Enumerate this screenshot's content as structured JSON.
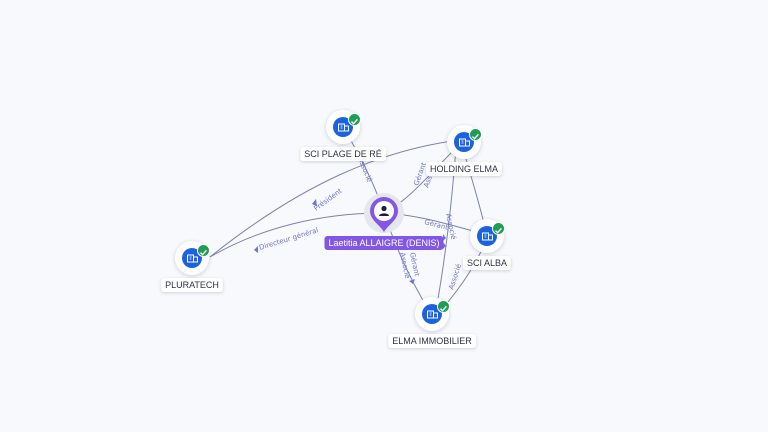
{
  "graph": {
    "person": {
      "name": "Laetitia ALLAIGRE (DENIS)",
      "icon": "person-icon",
      "color": "#8357e6"
    },
    "companies": [
      {
        "id": "sci-plage-de-re",
        "name": "SCI PLAGE DE RÉ",
        "icon": "building-icon",
        "verified": true
      },
      {
        "id": "holding-elma",
        "name": "HOLDING ELMA",
        "icon": "building-icon",
        "verified": true
      },
      {
        "id": "pluratech",
        "name": "PLURATECH",
        "icon": "building-icon",
        "verified": true
      },
      {
        "id": "sci-alba",
        "name": "SCI ALBA",
        "icon": "building-icon",
        "verified": true
      },
      {
        "id": "elma-immobilier",
        "name": "ELMA IMMOBILIER",
        "icon": "building-icon",
        "verified": true
      }
    ],
    "edge_labels": {
      "associe_plage": "Associé",
      "president_pluratech": "Président",
      "directeur_pluratech": "Directeur général",
      "gerant_holding": "Gérant",
      "associe_holding": "Associé",
      "gerant_alba": "Gérant",
      "gerant_elma": "Gérant",
      "associe_elma": "Associé",
      "associe_holding_alba": "Associé",
      "associe_alba_elma": "Associé"
    },
    "colors": {
      "company": "#1a62e0",
      "verified": "#1f9d55",
      "edge": "#7b82a8",
      "edge_label": "#6d74c9"
    }
  }
}
